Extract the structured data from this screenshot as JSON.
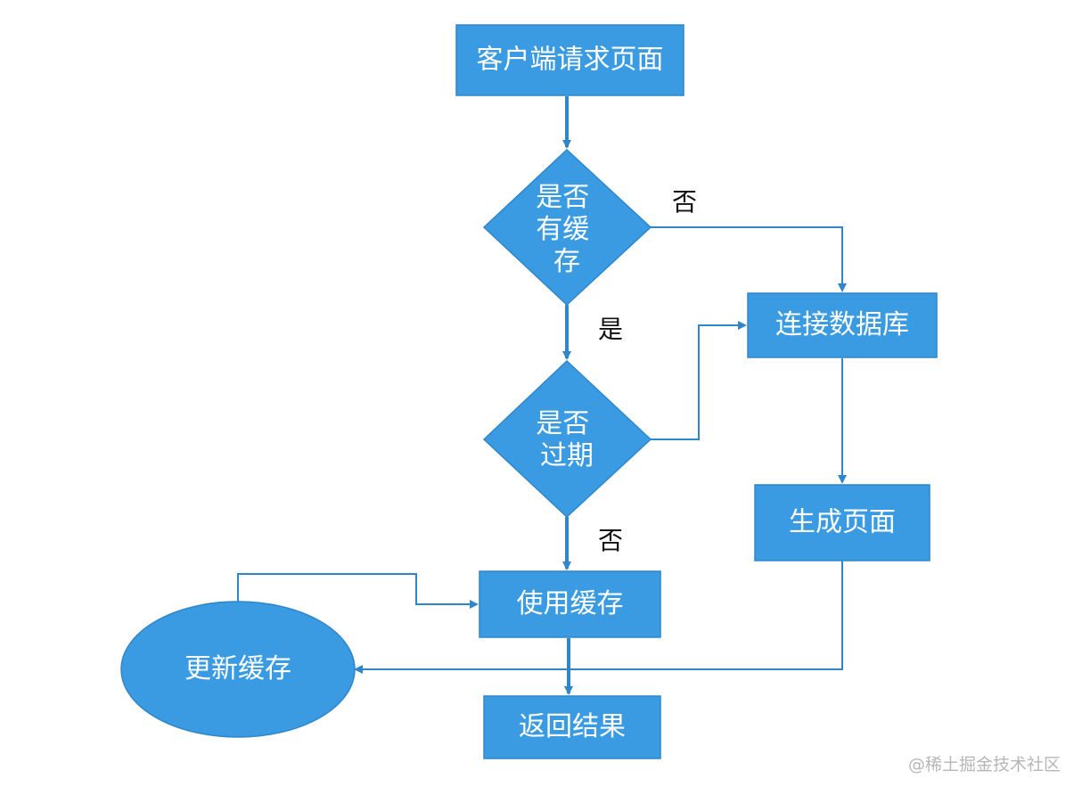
{
  "colors": {
    "node_fill": "#3a9be2",
    "node_stroke": "#2f86c9",
    "edge": "#2f86c9",
    "text_on_node": "#ffffff",
    "label_text": "#111111",
    "watermark": "#b7b7b7"
  },
  "nodes": {
    "request": {
      "lines": [
        "客户端请求页面"
      ]
    },
    "has_cache": {
      "lines": [
        "是否",
        "有缓",
        "存"
      ]
    },
    "expired": {
      "lines": [
        "是否",
        "过期"
      ]
    },
    "connect_db": {
      "lines": [
        "连接数据库"
      ]
    },
    "generate_page": {
      "lines": [
        "生成页面"
      ]
    },
    "use_cache": {
      "lines": [
        "使用缓存"
      ]
    },
    "update_cache": {
      "lines": [
        "更新缓存"
      ]
    },
    "return_result": {
      "lines": [
        "返回结果"
      ]
    }
  },
  "edge_labels": {
    "has_cache_no": "否",
    "has_cache_yes": "是",
    "expired_no": "否"
  },
  "watermark": "@稀土掘金技术社区"
}
